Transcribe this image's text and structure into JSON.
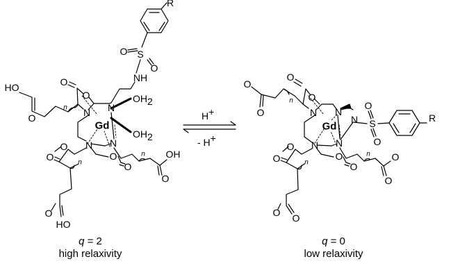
{
  "left_complex": {
    "r_group": "R",
    "s_atom": "S",
    "o_upper": "O",
    "o_lower": "O",
    "nh": "NH",
    "ho_top": "HO",
    "o_acid_top": "O",
    "o_ester_top_carbonyl": "O",
    "o_ester_top": "O",
    "n_index_top": "n",
    "n_top_left": "N",
    "n_top_right": "N",
    "metal": "Gd",
    "water_upper": "OH",
    "water_upper_sub": "2",
    "water_lower": "OH",
    "water_lower_sub": "2",
    "n_bottom_left": "N",
    "n_bottom_right": "N",
    "o_ester_left": "O",
    "o_ester_left_carbonyl": "O",
    "n_index_left": "n",
    "o_ester_bottom": "O",
    "o_ester_bottom_carbonyl": "O",
    "n_index_right": "n",
    "o_acid_right": "O",
    "oh_right": "OH",
    "o_acid_bottom": "O",
    "ho_bottom": "HO"
  },
  "equilibrium": {
    "forward_label": "H",
    "forward_sup": "+",
    "reverse_label": "- H",
    "reverse_sup": "+"
  },
  "right_complex": {
    "o_acid_top_a": "O",
    "o_acid_top_b": "O",
    "o_ester_top_carbonyl": "O",
    "o_ester_top": "O",
    "n_index_top": "n",
    "n_top_left": "N",
    "n_top_right": "N",
    "n_sulfonamide": "N",
    "s_atom": "S",
    "o_upper": "O",
    "o_lower": "O",
    "r_group": "R",
    "metal": "Gd",
    "n_bottom_left": "N",
    "n_bottom_right": "N",
    "o_ester_left": "O",
    "o_ester_left_carbonyl": "O",
    "n_index_left": "n",
    "o_ester_bottom": "O",
    "o_ester_bottom_carbonyl": "O",
    "n_index_right": "n",
    "o_acid_right_a": "O",
    "o_acid_right_b": "O",
    "o_acid_bottom_a": "O",
    "o_acid_bottom_b": "O"
  },
  "captions": {
    "left": {
      "q_symbol": "q",
      "q_value": " = 2",
      "description": "high relaxivity"
    },
    "right": {
      "q_symbol": "q",
      "q_value": " = 0",
      "description": "low relaxivity"
    }
  }
}
